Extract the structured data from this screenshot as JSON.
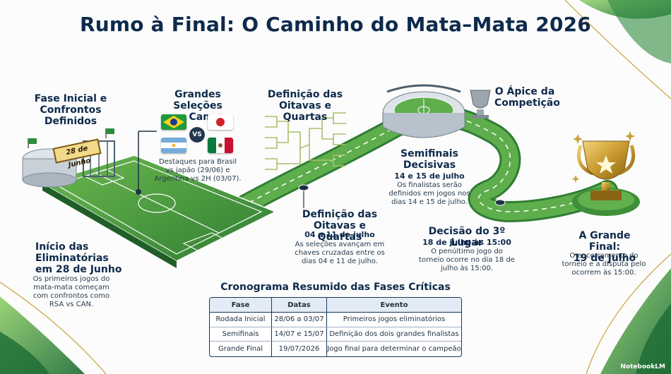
{
  "title": "Rumo à Final: O Caminho do Mata–Mata 2026",
  "stage_fase_inicial": {
    "heading": "Fase Inicial e\nConfrontos\nDefinidos",
    "sign": "28 de Junho"
  },
  "stage_grandes_selecoes": {
    "heading": "Grandes Seleções\nem Campo",
    "vs": "VS",
    "desc": "Destaques para Brasil\nvs japão (29/06) e\nArgentina vs 2H (03/07)."
  },
  "stage_definicao_top": {
    "heading": "Definição das\nOitavas e Quartas"
  },
  "stage_apice": {
    "heading": "O Ápice da\nCompetição"
  },
  "stage_semifinais": {
    "heading": "Semifinais\nDecisivas",
    "date": "14 e 15 de julho",
    "desc": "Os finalistas serão\ndefinidos em jogos nos\ndias 14 e 15 de julho."
  },
  "stage_inicio": {
    "heading": "Início das\nEliminatórias\nem 28 de Junho",
    "desc": "Os primeiros jogos do\nmata-mata começam\ncom confrontos como\nRSA vs CAN."
  },
  "stage_definicao": {
    "heading": "Definição das\nOitavas e Quartas",
    "date": "04 a 11 de julho",
    "desc": "As seleções avançam em\nchaves cruzadas entre os\ndias 04 e 11 de julho."
  },
  "stage_terceiro": {
    "heading": "Decisão do 3º Lugar",
    "date": "18 de julho às 15:00",
    "desc": "O penúltimo jogo do\ntorneio ocorre no dia 18 de\njulho às 15:00."
  },
  "stage_final": {
    "heading": "A Grande Final:\n19 de Julho",
    "desc": "O encerramento do\ntorneio e a disputa pelo\nocorrem às 15:00."
  },
  "schedule": {
    "title": "Cronograma Resumido das Fases Críticas",
    "headers": [
      "Fase",
      "Datas",
      "Evento"
    ],
    "rows": [
      [
        "Rodada Inicial",
        "28/06 a 03/07",
        "Primeiros jogos eliminatórios"
      ],
      [
        "Semifinais",
        "14/07 e 15/07",
        "Definição dos dois grandes finalistas"
      ],
      [
        "Grande Final",
        "19/07/2026",
        "Jogo final para determinar o campeão"
      ]
    ]
  },
  "brand": "NotebookLM",
  "colors": {
    "navy": "#0e2a4c",
    "grass": "#3f8f3a",
    "grass_light": "#62b04e",
    "gold": "#c9a23d"
  }
}
